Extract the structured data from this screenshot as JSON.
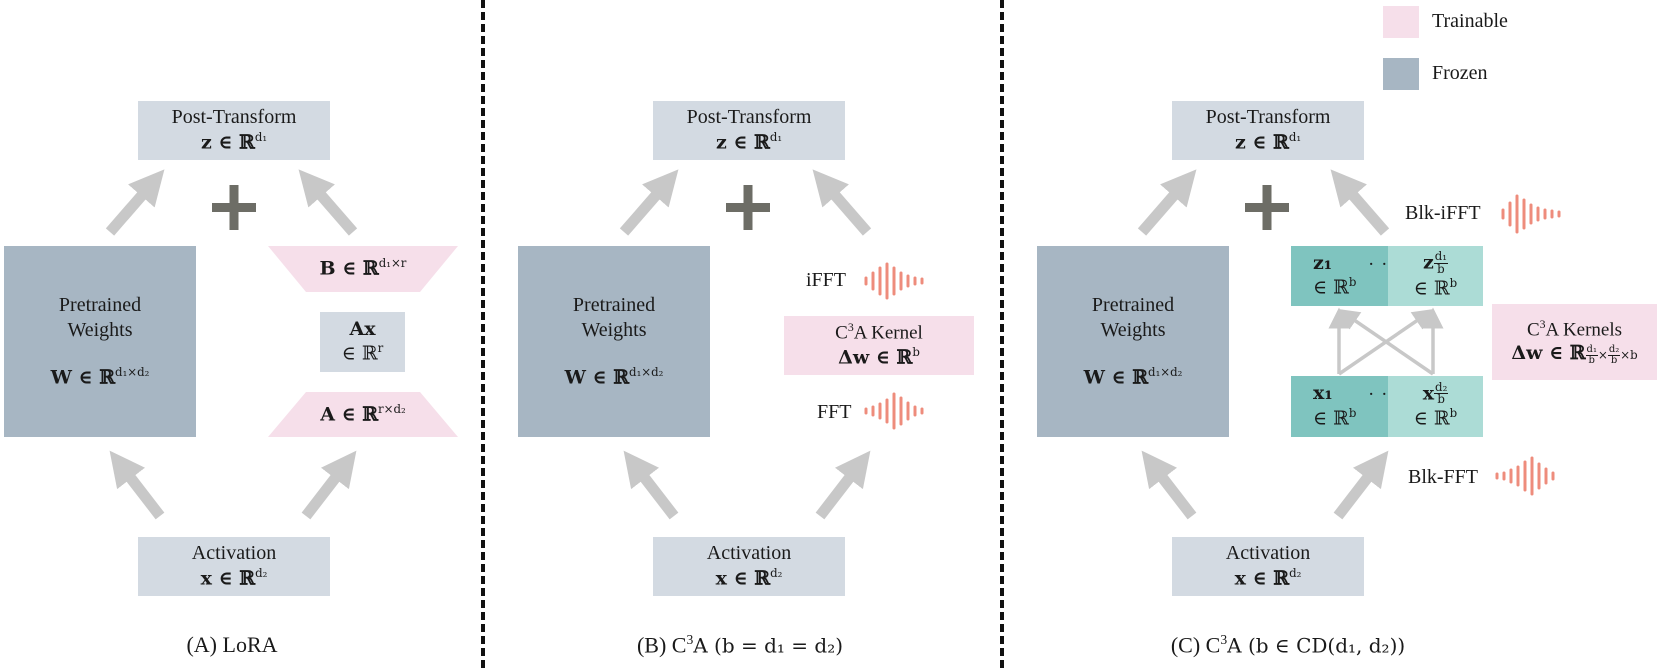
{
  "legend": {
    "trainable": {
      "label": "Trainable",
      "color": "#f6dfea"
    },
    "frozen": {
      "label": "Frozen",
      "color": "#a7b6c3"
    }
  },
  "colors": {
    "light_box": "#d3dae2",
    "frozen_box": "#a7b6c3",
    "trainable_box": "#f6dfea",
    "block_dark": "#7fc4bf",
    "block_light": "#acdcd6",
    "arrow": "#c8c8c8",
    "plus": "#6d6d66",
    "wave": "#ee8c7c"
  },
  "panels": [
    {
      "caption": "(A) LoRA",
      "post_transform": {
        "title": "Post-Transform",
        "math": "z ∈ ℝ",
        "sup": "d₁"
      },
      "weights": {
        "line1": "Pretrained",
        "line2": "Weights",
        "math": "W ∈ ℝ",
        "sup": "d₁×d₂"
      },
      "activation": {
        "title": "Activation",
        "math": "x ∈ ℝ",
        "sup": "d₂"
      },
      "plus": "+",
      "B": {
        "math": "B ∈ ℝ",
        "sup": "d₁×r"
      },
      "Ax": {
        "line1": "Ax",
        "line2": "∈ ℝ",
        "sup": "r"
      },
      "A": {
        "math": "A ∈ ℝ",
        "sup": "r×d₂"
      }
    },
    {
      "caption_prefix": "(B) C",
      "caption_sup": "3",
      "caption_suffix": "A (b = d₁ = d₂)",
      "post_transform": {
        "title": "Post-Transform",
        "math": "z ∈ ℝ",
        "sup": "d₁"
      },
      "weights": {
        "line1": "Pretrained",
        "line2": "Weights",
        "math": "W ∈ ℝ",
        "sup": "d₁×d₂"
      },
      "activation": {
        "title": "Activation",
        "math": "x ∈ ℝ",
        "sup": "d₂"
      },
      "plus": "+",
      "ifft": "iFFT",
      "fft": "FFT",
      "kernel": {
        "title_prefix": "C",
        "title_sup": "3",
        "title_suffix": "A Kernel",
        "math": "Δw ∈ ℝ",
        "sup": "b"
      }
    },
    {
      "caption_prefix": "(C) C",
      "caption_sup": "3",
      "caption_suffix": "A (b ∈ CD(d₁, d₂))",
      "post_transform": {
        "title": "Post-Transform",
        "math": "z ∈ ℝ",
        "sup": "d₁"
      },
      "weights": {
        "line1": "Pretrained",
        "line2": "Weights",
        "math": "W ∈ ℝ",
        "sup": "d₁×d₂"
      },
      "activation": {
        "title": "Activation",
        "math": "x ∈ ℝ",
        "sup": "d₂"
      },
      "plus": "+",
      "blk_ifft": "Blk-iFFT",
      "blk_fft": "Blk-FFT",
      "z1": {
        "var": "z₁",
        "dom": "∈ ℝ",
        "sup": "b"
      },
      "zn": {
        "var": "z",
        "sub_num": "d₁",
        "sub_den": "b",
        "dom": "∈ ℝ",
        "sup": "b"
      },
      "x1": {
        "var": "x₁",
        "dom": "∈ ℝ",
        "sup": "b"
      },
      "xn": {
        "var": "x",
        "sub_num": "d₂",
        "sub_den": "b",
        "dom": "∈ ℝ",
        "sup": "b"
      },
      "dots": "· · ·",
      "kernels": {
        "title_prefix": "C",
        "title_sup": "3",
        "title_suffix": "A Kernels",
        "math": "Δw ∈ ℝ",
        "f1n": "d₁",
        "f1d": "b",
        "times": "×",
        "f2n": "d₂",
        "f2d": "b",
        "tail": "×b"
      }
    }
  ]
}
